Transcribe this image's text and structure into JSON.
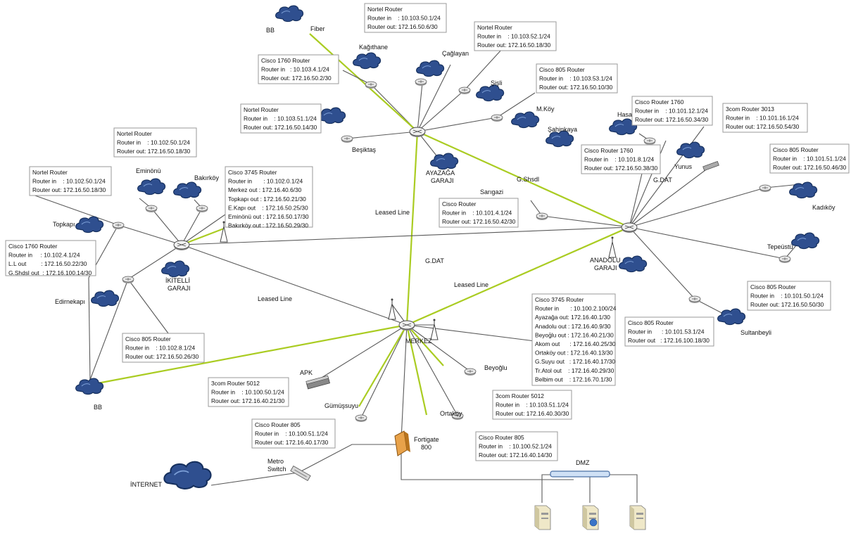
{
  "colors": {
    "cloud": "#2f4f8f",
    "cloud_dark": "#16305e",
    "wan_link": "#aacc22",
    "lan_link": "#5a5a5a",
    "box_border": "#9a9a9a",
    "firewall": "#e8a24a"
  },
  "sites": {
    "bb_top": "BB",
    "fiber": "Fiber",
    "kagithane": "Kağıthane",
    "caglayan": "Çağlayan",
    "sisli": "Şişli",
    "mkoy": "M.Köy",
    "besiktas": "Beşiktaş",
    "ayazaga": "AYAZAĞA\nGARAJI",
    "hasanpasa": "Hasanpaşa",
    "sahinkaya": "Şahinkaya",
    "gshsdl": "G.Shsdl",
    "yunus": "Yunus",
    "gdat_right": "G.DAT",
    "kadikoy": "Kadıköy",
    "sarigazi": "Sarıgazi",
    "eminonu": "Eminönü",
    "bakirkoy": "Bakırköy",
    "topkapi": "Topkapı",
    "ikitelli": "İKİTELLİ\nGARAJI",
    "edirnekapi": "Edirnekapı",
    "leased_line_center": "Leased Line",
    "gdat_center": "G.DAT",
    "leased_line_left": "Leased Line",
    "leased_line_right": "Leased Line",
    "anadolu": "ANADOLU\nGARAJI",
    "tepeustu": "Tepeüstü",
    "sultanbeyli": "Sultanbeyli",
    "merkez": "MERKEZ",
    "bb_bottom": "BB",
    "apk": "APK",
    "beyoglu": "Beyoğlu",
    "gumussuyu": "Gümüşsuyu",
    "ortakoy": "Ortaköy",
    "fortigate": "Fortigate\n800",
    "metro_switch": "Metro\nSwitch",
    "internet": "İNTERNET",
    "dmz": "DMZ"
  },
  "routers": [
    {
      "id": "box-nortel-top",
      "lines": [
        "Nortel Router",
        "Router in    : 10.103.50.1/24",
        "Router out: 172.16.50.6/30"
      ]
    },
    {
      "id": "box-nortel-caglayan",
      "lines": [
        "Nortel Router",
        "Router in    : 10.103.52.1/24",
        "Router out: 172.16.50.18/30"
      ]
    },
    {
      "id": "box-cisco1760-kagithane",
      "lines": [
        "Cisco 1760 Router",
        "Router in   : 10.103.4.1/24",
        "Router out: 172.16.50.2/30"
      ]
    },
    {
      "id": "box-cisco805-sisli",
      "lines": [
        "Cisco 805 Router",
        "Router in    : 10.103.53.1/24",
        "Router out: 172.16.50.10/30"
      ]
    },
    {
      "id": "box-cisco1760-hasanpasa",
      "lines": [
        "Cisco Router 1760",
        "Router in    : 10.101.12.1/24",
        "Router out: 172.16.50.34/30"
      ]
    },
    {
      "id": "box-nortel-besiktas",
      "lines": [
        "Nortel Router",
        "Router in    : 10.103.51.1/24",
        "Router out: 172.16.50.14/30"
      ]
    },
    {
      "id": "box-3com3013",
      "lines": [
        "3com Router 3013",
        "Router in    : 10.101.16.1/24",
        "Router out: 172.16.50.54/30"
      ]
    },
    {
      "id": "box-nortel-eminonu",
      "lines": [
        "Nortel Router",
        "Router in    : 10.102.50.1/24",
        "Router out: 172.16.50.18/30"
      ]
    },
    {
      "id": "box-cisco1760-sahinkaya",
      "lines": [
        "Cisco Router 1760",
        "Router in    : 10.101.8.1/24",
        "Router out: 172.16.50.38/30"
      ]
    },
    {
      "id": "box-cisco805-kadikoy",
      "lines": [
        "Cisco 805 Router",
        "Router in    : 10.101.51.1/24",
        "Router out: 172.16.50.46/30"
      ]
    },
    {
      "id": "box-cisco3745-ikitelli",
      "lines": [
        "Cisco 3745 Router",
        "Router in       : 10.102.0.1/24",
        "Merkez out : 172.16.40.6/30",
        "Topkapı out : 172.16.50.21/30",
        "E.Kapı out    : 172.16.50.25/30",
        "Eminönü out : 172.16.50.17/30",
        "Bakırköy out : 172.16.50.29/30"
      ]
    },
    {
      "id": "box-nortel-topkapi",
      "lines": [
        "Nortel Router",
        "Router in    : 10.102.50.1/24",
        "Router out: 172.16.50.18/30"
      ]
    },
    {
      "id": "box-cisco-sarigazi",
      "lines": [
        "Cisco Router",
        "Router in    : 10.101.4.1/24",
        "Router out: 172.16.50.42/30"
      ]
    },
    {
      "id": "box-cisco1760-topkapi",
      "lines": [
        "Cisco 1760 Router",
        "Router in     : 10.102.4.1/24",
        "L.L out         : 172.16.50.22/30",
        "G.Shdsl out  : 172.16.100.14/30"
      ]
    },
    {
      "id": "box-cisco805-tepeustu",
      "lines": [
        "Cisco 805 Router",
        "Router in    : 10.101.50.1/24",
        "Router out: 172.16.50.50/30"
      ]
    },
    {
      "id": "box-cisco3745-merkez",
      "lines": [
        "Cisco 3745 Router",
        "Router in       : 10.100.2.100/24",
        "Ayazağa out: 172.16.40.1/30",
        "Anadolu out : 172.16.40.9/30",
        "Beyoğlu out : 172.16.40.21/30",
        "Akom out      : 172.16.40.25/30",
        "Ortaköy out : 172.16.40.13/30",
        "G.Suyu out   : 172.16.40.17/30",
        "Tr.Atol out    : 172.16.40.29/30",
        "Belbim out    : 172.16.70.1/30"
      ]
    },
    {
      "id": "box-cisco805-sultanbeyli",
      "lines": [
        "Cisco 805 Router",
        "Router in      : 10.101.53.1/24",
        "Router out   : 172.16.100.18/30"
      ]
    },
    {
      "id": "box-cisco805-edirnekapi",
      "lines": [
        "Cisco 805 Router",
        "Router in    : 10.102.8.1/24",
        "Router out: 172.16.50.26/30"
      ]
    },
    {
      "id": "box-3com5012-apk",
      "lines": [
        "3com Router 5012",
        "Router in    : 10.100.50.1/24",
        "Router out: 172.16.40.21/30"
      ]
    },
    {
      "id": "box-3com5012-beyoglu",
      "lines": [
        "3com Router 5012",
        "Router in    : 10.103.51.1/24",
        "Router out: 172.16.40.30/30"
      ]
    },
    {
      "id": "box-cisco805-gumussuyu",
      "lines": [
        "Cisco Router 805",
        "Router in    : 10.100.51.1/24",
        "Router out: 172.16.40.17/30"
      ]
    },
    {
      "id": "box-cisco805-ortakoy",
      "lines": [
        "Cisco Router 805",
        "Router in    : 10.100.52.1/24",
        "Router out: 172.16.40.14/30"
      ]
    }
  ]
}
